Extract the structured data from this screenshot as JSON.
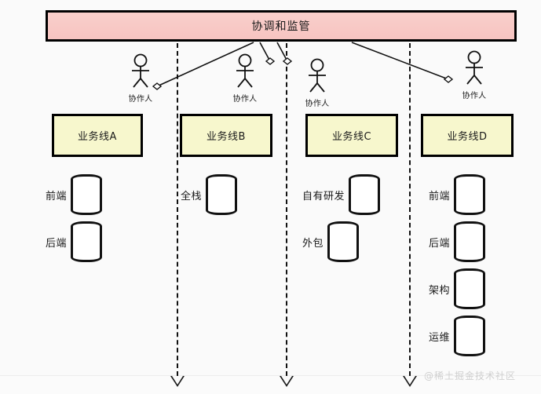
{
  "diagram": {
    "title": "协调和监管",
    "watermark": "@稀土掘金技术社区",
    "colors": {
      "header_fill": "#f7c7c3",
      "box_fill": "#f7f7cd",
      "border": "#000000",
      "background": "#fafafa",
      "watermark": "#cfcfcf"
    },
    "actors": [
      {
        "label": "协作人"
      },
      {
        "label": "协作人"
      },
      {
        "label": "协作人"
      },
      {
        "label": "协作人"
      }
    ],
    "columns": [
      {
        "title": "业务线A",
        "roles": [
          {
            "label": "前端"
          },
          {
            "label": "后端"
          }
        ]
      },
      {
        "title": "业务线B",
        "roles": [
          {
            "label": "全栈"
          }
        ]
      },
      {
        "title": "业务线C",
        "roles": [
          {
            "label": "自有研发"
          },
          {
            "label": "外包"
          }
        ]
      },
      {
        "title": "业务线D",
        "roles": [
          {
            "label": "前端"
          },
          {
            "label": "后端"
          },
          {
            "label": "架构"
          },
          {
            "label": "运维"
          }
        ]
      }
    ]
  }
}
